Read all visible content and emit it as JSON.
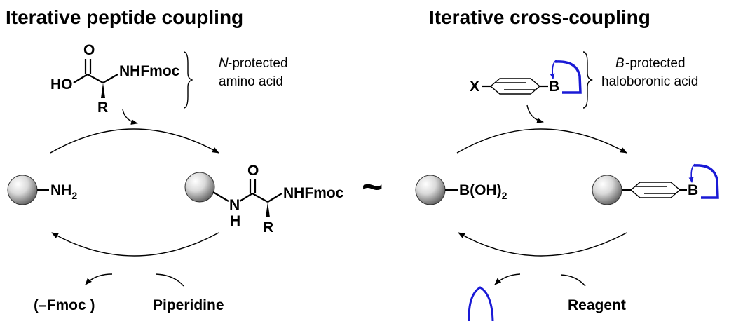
{
  "left_panel": {
    "title": "Iterative peptide coupling",
    "monomer_note_line1_italic": "N",
    "monomer_note_line1_rest": "-protected",
    "monomer_note_line2": "amino acid",
    "atoms": {
      "carbonyl_o": "O",
      "acid_ho": "HO",
      "nhfmoc": "NHFmoc",
      "r_group": "R",
      "amine_nh": "NH",
      "amine_sub": "2",
      "amide_o": "O",
      "amide_n": "N",
      "amide_h": "H",
      "product_nhfmoc": "NHFmoc",
      "product_r": "R"
    },
    "byproduct": "(–Fmoc )",
    "deprotection_reagent": "Piperidine"
  },
  "equivalence_symbol": "~",
  "right_panel": {
    "title": "Iterative cross-coupling",
    "monomer_note_line1_italic": "B",
    "monomer_note_line1_rest": "-protected",
    "monomer_note_line2": "haloboronic acid",
    "atoms": {
      "halogen_x": "X",
      "boron": "B",
      "boronic_acid_main": "B(OH)",
      "boronic_acid_sub": "2",
      "product_boron": "B"
    },
    "deprotection_reagent": "Reagent"
  },
  "colors": {
    "protecting_group": "#1a1ad6",
    "ink": "#000000"
  }
}
